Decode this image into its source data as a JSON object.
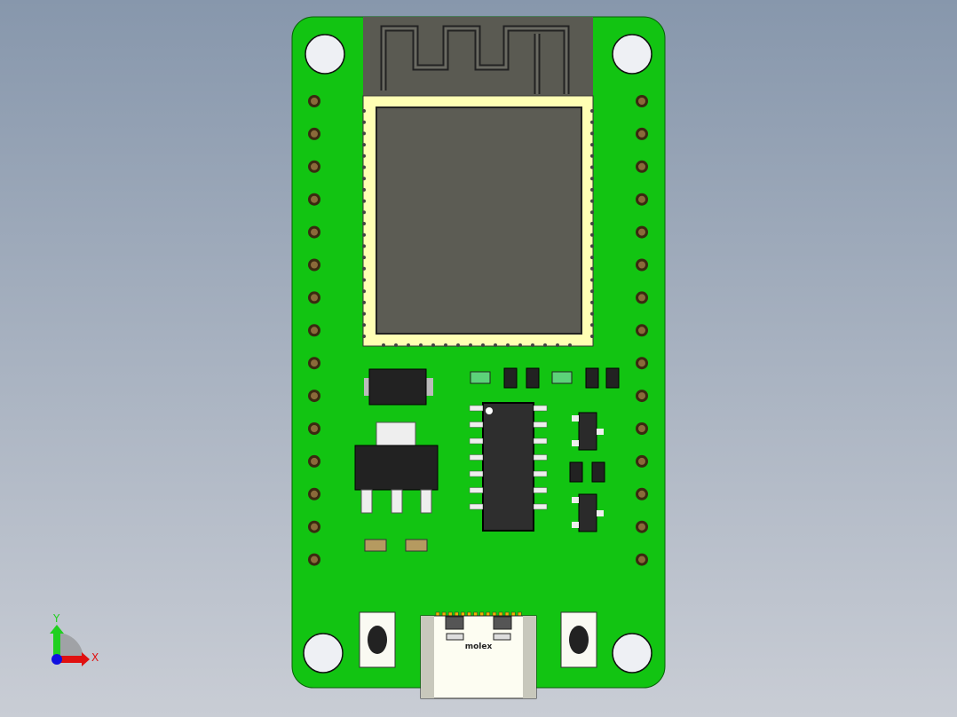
{
  "viewport": {
    "background_top": "#8797ac",
    "background_bottom": "#c9cdd5"
  },
  "board": {
    "pcb_color": "#12c412",
    "pin_count_per_side": 15,
    "pin_color": "#8a6a3a"
  },
  "module": {
    "antenna_color": "#5a5a52",
    "shield_color": "#ffffb4",
    "can_color": "#5c5c54"
  },
  "usb": {
    "brand_label": "molex",
    "body_color": "#fdfdf2"
  },
  "triad": {
    "x_label": "X",
    "y_label": "Y",
    "x_color": "#e01010",
    "y_color": "#20d020",
    "z_color": "#1010e0"
  }
}
